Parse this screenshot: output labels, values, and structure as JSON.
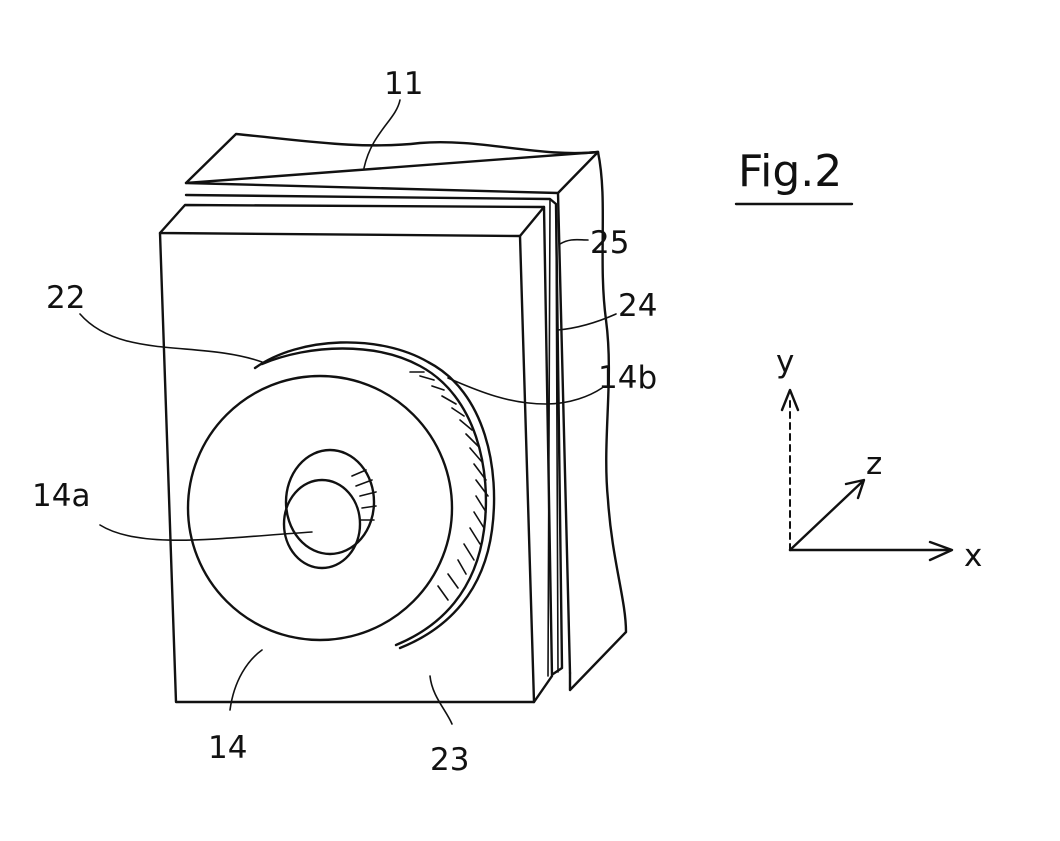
{
  "figure": {
    "title": "Fig.2",
    "labels": {
      "l11": "11",
      "l25": "25",
      "l22": "22",
      "l24": "24",
      "l14b": "14b",
      "l14a": "14a",
      "l14": "14",
      "l23": "23"
    },
    "axes": {
      "x": "x",
      "y": "y",
      "z": "z"
    }
  }
}
